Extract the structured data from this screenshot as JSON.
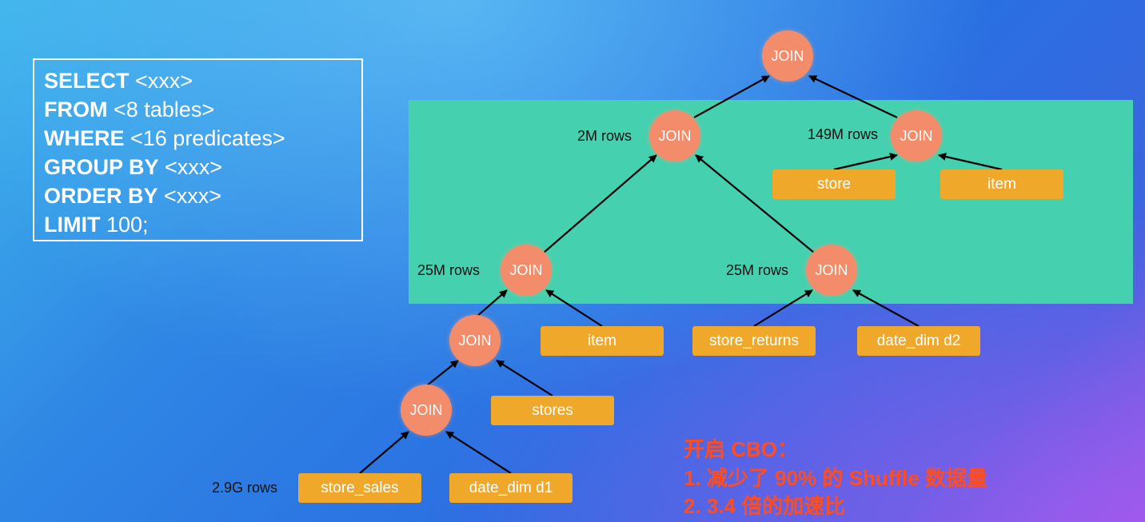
{
  "sql": {
    "lines": [
      {
        "kw": "SELECT",
        "rest": " <xxx>"
      },
      {
        "kw": "FROM",
        "rest": " <8 tables>"
      },
      {
        "kw": "WHERE",
        "rest": " <16 predicates>"
      },
      {
        "kw": "GROUP BY",
        "rest": " <xxx>"
      },
      {
        "kw": "ORDER BY",
        "rest": " <xxx>"
      },
      {
        "kw": "LIMIT",
        "rest": " 100;"
      }
    ]
  },
  "tree": {
    "join_label": "JOIN",
    "row_labels": {
      "j2": "2M rows",
      "j3": "149M rows",
      "j4": "25M rows",
      "j5": "25M rows",
      "leaf": "2.9G rows"
    },
    "tables": {
      "store": "store",
      "item_right": "item",
      "item": "item",
      "store_returns": "store_returns",
      "date_dim_d2": "date_dim d2",
      "stores": "stores",
      "store_sales": "store_sales",
      "date_dim_d1": "date_dim d1"
    }
  },
  "note": {
    "title": "开启 CBO：",
    "item1": "1.  减少了 90% 的 Shuffle 数据量",
    "item2": "2.  3.4 倍的加速比"
  },
  "colors": {
    "join_node": "#f28c6a",
    "table_node": "#f0a82a",
    "highlight": "#45d1b0",
    "note_text": "#ff4d1f"
  }
}
